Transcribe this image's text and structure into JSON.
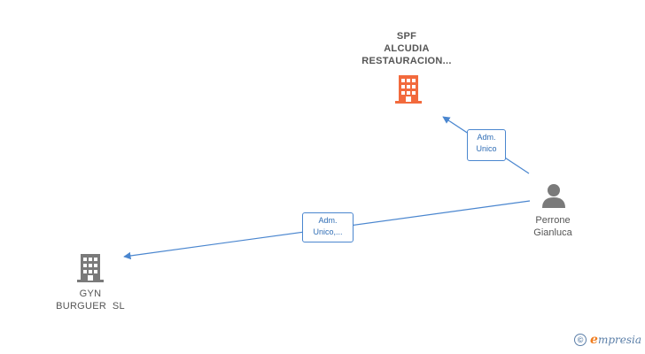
{
  "nodes": {
    "company_main": {
      "lines": [
        "SPF",
        "ALCUDIA",
        "RESTAURACION..."
      ],
      "icon": "building-icon",
      "color": "#f26a3d"
    },
    "company_other": {
      "lines": [
        "GYN",
        "BURGUER  SL"
      ],
      "icon": "building-icon",
      "color": "#7a7a7a"
    },
    "person": {
      "lines": [
        "Perrone",
        "Gianluca"
      ],
      "icon": "person-icon",
      "color": "#7a7a7a"
    }
  },
  "edges": [
    {
      "from": "person",
      "to": "company_main",
      "label_lines": [
        "Adm.",
        "Unico"
      ]
    },
    {
      "from": "person",
      "to": "company_other",
      "label_lines": [
        "Adm.",
        "Unico,..."
      ]
    }
  ],
  "colors": {
    "edge": "#4a86cf",
    "edge_label_text": "#2f6db5"
  },
  "watermark": {
    "symbol": "©",
    "brand_initial": "e",
    "brand_rest": "mpresia"
  }
}
